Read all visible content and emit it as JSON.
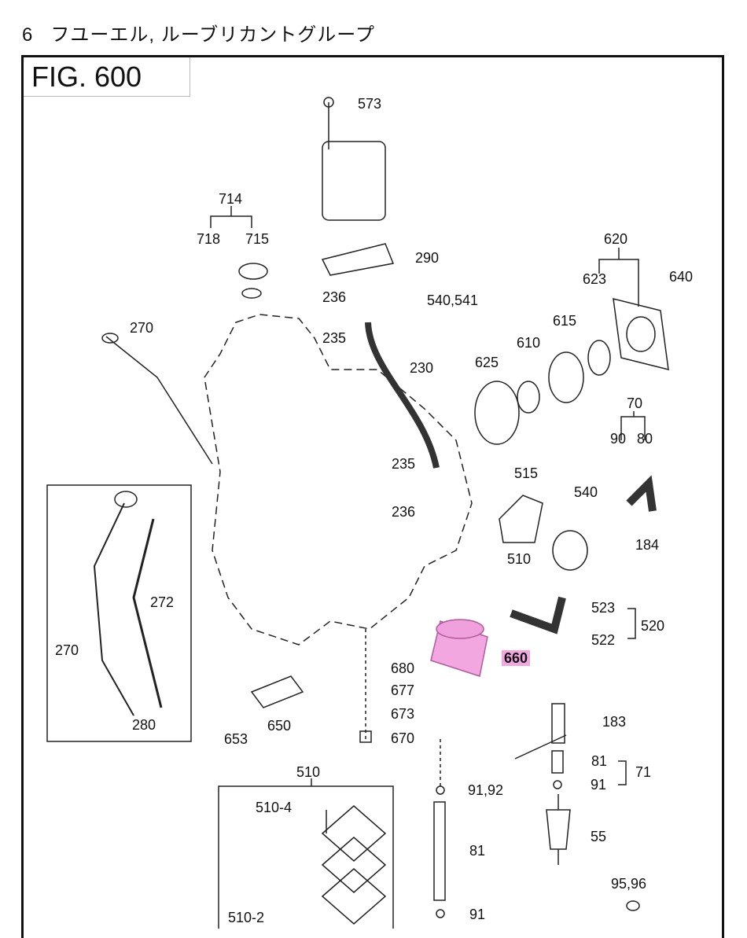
{
  "header": {
    "section_number": "6",
    "section_title": "フユーエル, ルーブリカントグループ"
  },
  "figure": {
    "label": "FIG. 600",
    "highlight_color": "#f2a7e0"
  },
  "labels": [
    "573",
    "714",
    "718",
    "715",
    "290",
    "236",
    "540,541",
    "620",
    "640",
    "623",
    "270",
    "235",
    "615",
    "610",
    "625",
    "230",
    "70",
    "90",
    "80",
    "235",
    "515",
    "540",
    "236",
    "184",
    "510",
    "272",
    "523",
    "520",
    "270",
    "522",
    "660",
    "680",
    "677",
    "183",
    "673",
    "280",
    "653",
    "650",
    "670",
    "81",
    "71",
    "91",
    "510",
    "91,92",
    "510-4",
    "55",
    "81",
    "95,96",
    "510-2",
    "91"
  ]
}
